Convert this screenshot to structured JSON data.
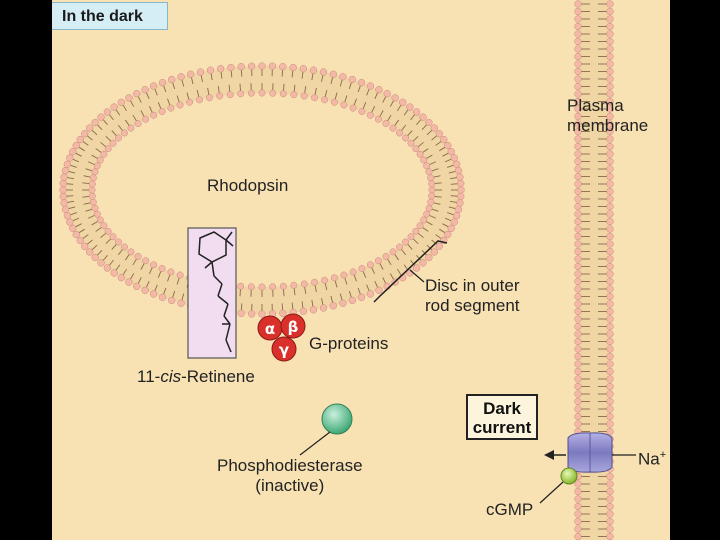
{
  "title": "In the dark",
  "labels": {
    "plasma_membrane_line1": "Plasma",
    "plasma_membrane_line2": "membrane",
    "rhodopsin": "Rhodopsin",
    "disc_line1": "Disc in outer",
    "disc_line2": "rod segment",
    "g_proteins": "G-proteins",
    "retinene_prefix": "11-",
    "retinene_italic": "cis",
    "retinene_suffix": "-Retinene",
    "pde_line1": "Phosphodiesterase",
    "pde_line2": "(inactive)",
    "dark_current_line1": "Dark",
    "dark_current_line2": "current",
    "na": "Na",
    "na_sup": "+",
    "cgmp": "cGMP"
  },
  "g_protein_subunits": {
    "alpha": "α",
    "beta": "β",
    "gamma": "γ"
  },
  "colors": {
    "background": "#f8e2b4",
    "extracellular": "#3ec1ee",
    "lipid_head": "#f4b9a6",
    "g_protein": "#d9302b",
    "phosphodiesterase": "#4fb98c",
    "cgmp": "#a8d24a",
    "channel": "#8a87c9",
    "rhodopsin_box": "#f1dcf0"
  }
}
